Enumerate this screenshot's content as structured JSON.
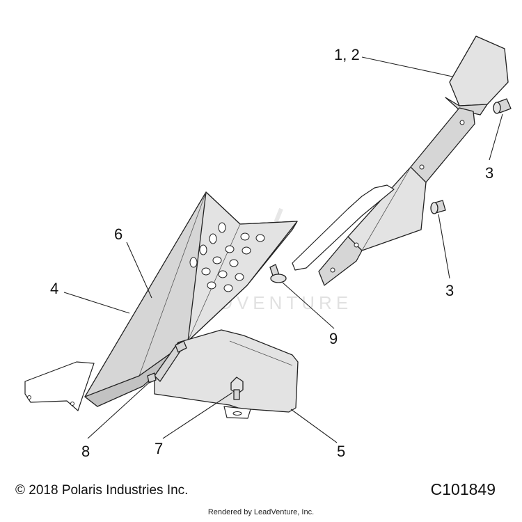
{
  "callouts": {
    "c12": "1, 2",
    "c3a": "3",
    "c3b": "3",
    "c4": "4",
    "c5": "5",
    "c6": "6",
    "c7": "7",
    "c8": "8",
    "c9": "9"
  },
  "footer": {
    "copyright": "© 2018 Polaris Industries Inc.",
    "code": "C101849",
    "credit": "Rendered by LeadVenture, Inc."
  },
  "watermark": "LEADVENTURE",
  "colors": {
    "part_fill": "#d6d6d6",
    "line": "#222222"
  }
}
